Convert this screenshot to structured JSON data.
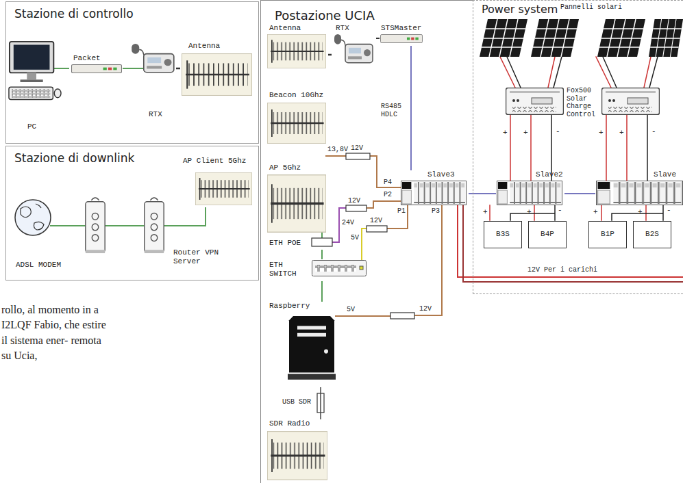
{
  "diagram": {
    "nodes": [
      {
        "text": [
          "Stazione di controllo"
        ]
      },
      {
        "text": [
          "PC"
        ],
        "in": 0
      },
      {
        "text": [
          "Packet"
        ],
        "in": 0
      },
      {
        "text": [
          "RTX"
        ],
        "in": 0
      },
      {
        "text": [
          "Antenna"
        ],
        "in": 0
      },
      {
        "text": [
          "Stazione di downlink"
        ]
      },
      {
        "text": [
          "ADSL MODEM"
        ],
        "in": 5
      },
      {
        "text": [
          "Router VPN Server"
        ],
        "in": 5
      },
      {
        "text": [
          "AP Client 5Ghz"
        ],
        "in": 5
      },
      {
        "text": [
          "Postazione UCIA"
        ]
      },
      {
        "text": [
          "Antenna"
        ],
        "in": 9
      },
      {
        "text": [
          "RTX"
        ],
        "in": 9
      },
      {
        "text": [
          "STSMaster"
        ],
        "in": 9
      },
      {
        "text": [
          "Beacon 10Ghz"
        ],
        "in": 9
      },
      {
        "text": [
          "AP 5Ghz"
        ],
        "in": 9
      },
      {
        "text": [
          "Slave3"
        ],
        "in": 9
      },
      {
        "text": [
          "ETH POE"
        ],
        "in": 9
      },
      {
        "text": [
          "ETH SWITCH"
        ],
        "in": 9
      },
      {
        "text": [
          "Raspberry"
        ],
        "in": 9
      },
      {
        "text": [
          "SDR Radio"
        ],
        "in": 9
      },
      {
        "text": [
          "Power system"
        ]
      },
      {
        "text": [
          "Fox500 Solar Charge Control"
        ],
        "in": 20
      },
      {
        "text": [
          "Slave2"
        ],
        "in": 20
      },
      {
        "text": [
          "Slave"
        ],
        "in": 20
      },
      {
        "text": [
          "B3S"
        ],
        "in": 20
      },
      {
        "text": [
          "B4P"
        ],
        "in": 20
      },
      {
        "text": [
          "B1P"
        ],
        "in": 20
      },
      {
        "text": [
          "B2S"
        ],
        "in": 20
      }
    ],
    "edges": [
      {
        "from": 1,
        "to": 2,
        "arrow": "none"
      },
      {
        "from": 2,
        "to": 3,
        "arrow": "none"
      },
      {
        "from": 3,
        "to": 4,
        "arrow": "none"
      },
      {
        "from": 6,
        "to": 7,
        "arrow": "none"
      },
      {
        "from": 7,
        "to": 8,
        "arrow": "none"
      },
      {
        "from": 10,
        "to": 11,
        "arrow": "none"
      },
      {
        "from": 11,
        "to": 12,
        "arrow": "none"
      },
      {
        "from": 12,
        "to": 15,
        "label": "RS485 HDLC",
        "arrow": "none"
      },
      {
        "from": 15,
        "to": 22,
        "arrow": "none"
      },
      {
        "from": 22,
        "to": 23,
        "arrow": "none"
      },
      {
        "from": 16,
        "to": 17,
        "arrow": "none"
      },
      {
        "from": 17,
        "to": 18,
        "arrow": "none"
      },
      {
        "from": 18,
        "to": 19,
        "arrow": "none"
      }
    ],
    "labels": [
      "13,8V",
      "12V",
      "P4",
      "P2",
      "12V",
      "24V",
      "P1",
      "P3",
      "12V",
      "5V",
      "5V",
      "12V",
      "USB SDR",
      "Pannelli solari",
      "+",
      "+",
      "-",
      "+",
      "+",
      "-",
      "+",
      "+",
      "-",
      "+",
      "+",
      "-",
      "12V Per i carichi",
      "rollo, al momento in a I2LQF Fabio, che estire il sistema ener- remota su Ucia,"
    ]
  }
}
